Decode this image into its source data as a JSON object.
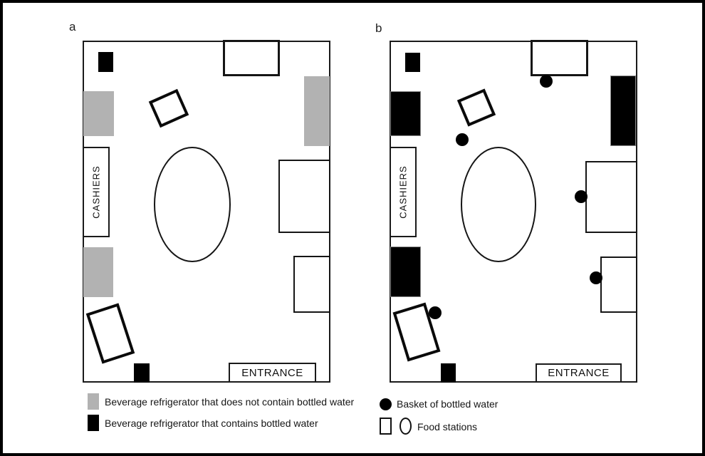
{
  "panel_a": {
    "label": "a",
    "cashiers": "CASHIERS",
    "entrance": "ENTRANCE"
  },
  "panel_b": {
    "label": "b",
    "cashiers": "CASHIERS",
    "entrance": "ENTRANCE"
  },
  "legend_a": [
    {
      "swatch": "gray-rect",
      "label": "Beverage refrigerator that does not contain bottled water"
    },
    {
      "swatch": "black-rect",
      "label": "Beverage refrigerator that contains bottled water"
    }
  ],
  "legend_b": [
    {
      "swatch": "filled-circle",
      "label": "Basket of bottled water"
    },
    {
      "swatch": "open-square-and-open-ellipse",
      "label": "Food stations"
    }
  ],
  "colors": {
    "refrigerator_without_water": "#b2b2b2",
    "refrigerator_with_water": "#000000",
    "line": "#1a1a1a"
  }
}
